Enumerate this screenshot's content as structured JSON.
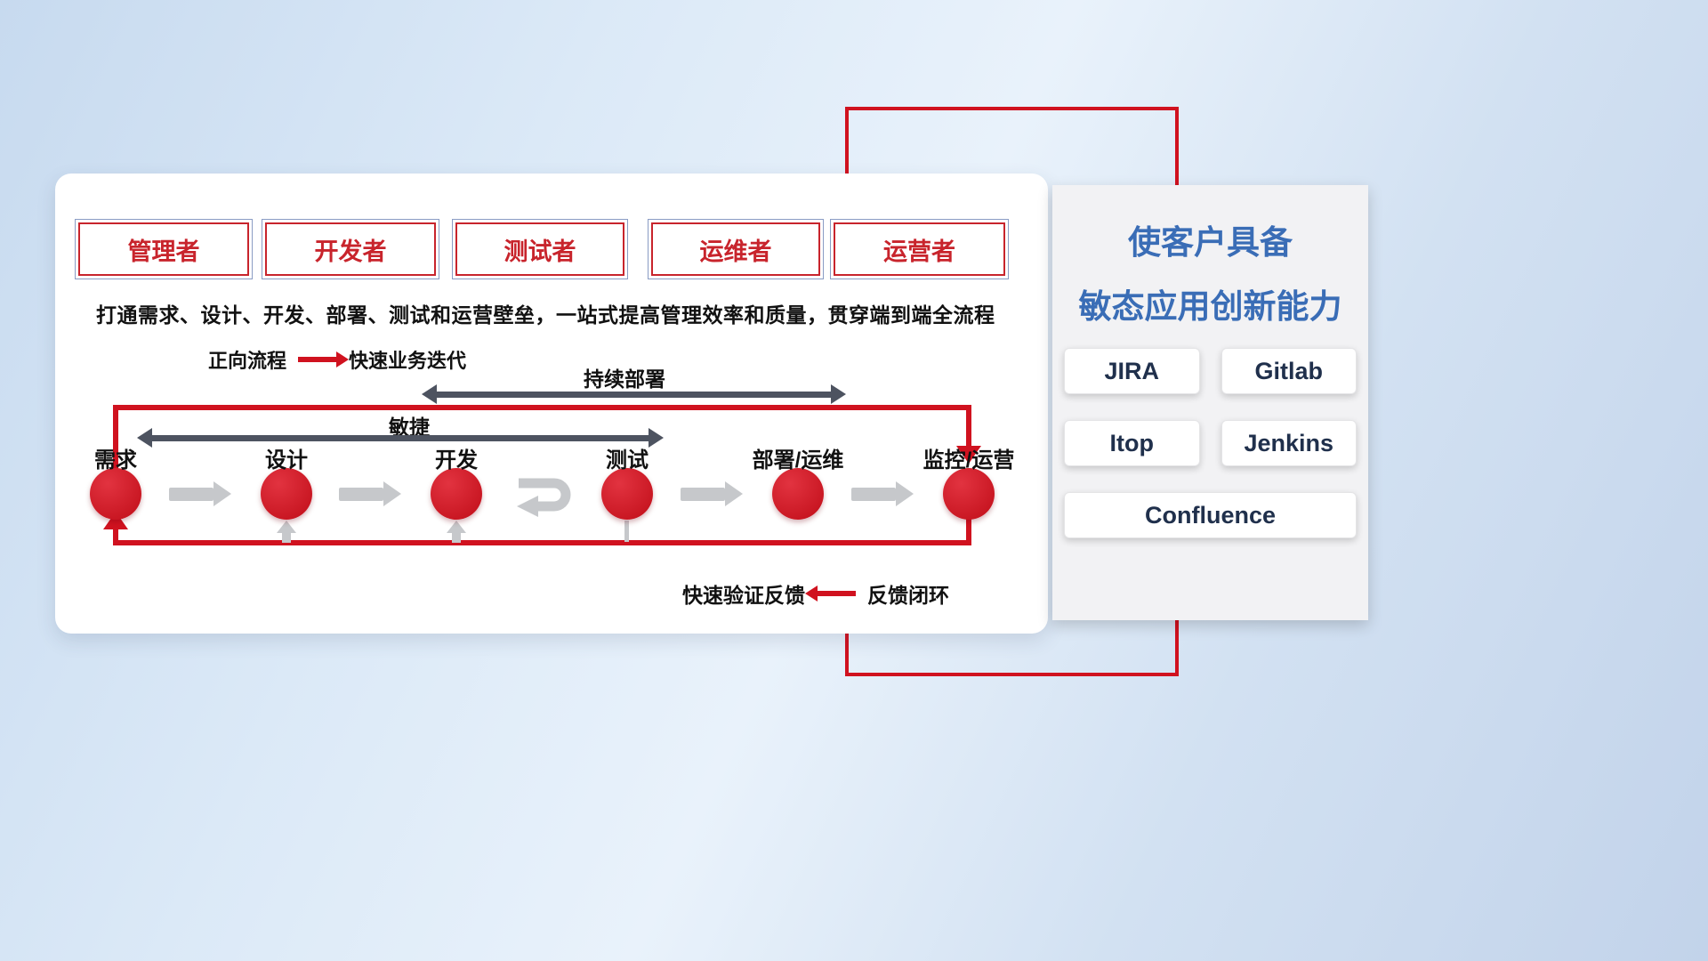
{
  "card": {
    "roles": [
      "管理者",
      "开发者",
      "测试者",
      "运维者",
      "运营者"
    ],
    "headline": "打通需求、设计、开发、部署、测试和运营壁垒，一站式提高管理效率和质量，贯穿端到端全流程",
    "legend_forward": {
      "label": "正向流程",
      "desc": "快速业务迭代"
    },
    "arrow_labels": {
      "continuous_deploy": "持续部署",
      "agile": "敏捷"
    },
    "nodes": [
      "需求",
      "设计",
      "开发",
      "测试",
      "部署/运维",
      "监控/运营"
    ],
    "legend_feedback": {
      "label": "快速验证反馈",
      "desc": "反馈闭环"
    }
  },
  "panel": {
    "title_line1": "使客户具备",
    "title_line2": "敏态应用创新能力",
    "tools": [
      "JIRA",
      "Gitlab",
      "Itop",
      "Jenkins",
      "Confluence"
    ]
  },
  "colors": {
    "accent_red": "#d0121f",
    "title_blue": "#3a6db6",
    "dark_arrow": "#4d5360",
    "gray_arrow": "#c6c8cb"
  }
}
